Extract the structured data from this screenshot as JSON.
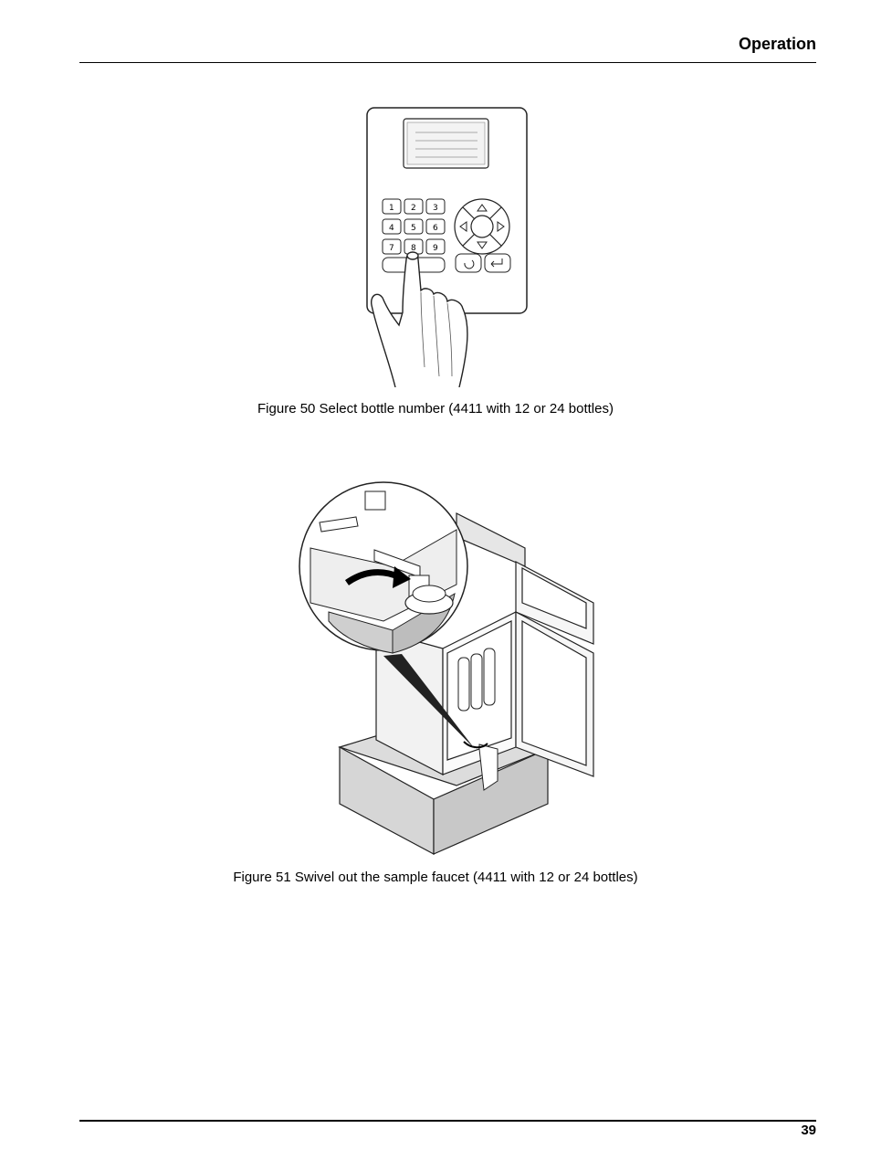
{
  "header": {
    "section_title": "Operation"
  },
  "figure50": {
    "caption": "Figure 50 Select bottle number (4411 with 12 or 24 bottles)",
    "keypad_digits": [
      "1",
      "2",
      "3",
      "4",
      "5",
      "6",
      "7",
      "8",
      "9"
    ]
  },
  "figure51": {
    "caption": "Figure 51 Swivel out the sample faucet (4411 with 12 or 24 bottles)"
  },
  "footer": {
    "page_number": "39"
  }
}
